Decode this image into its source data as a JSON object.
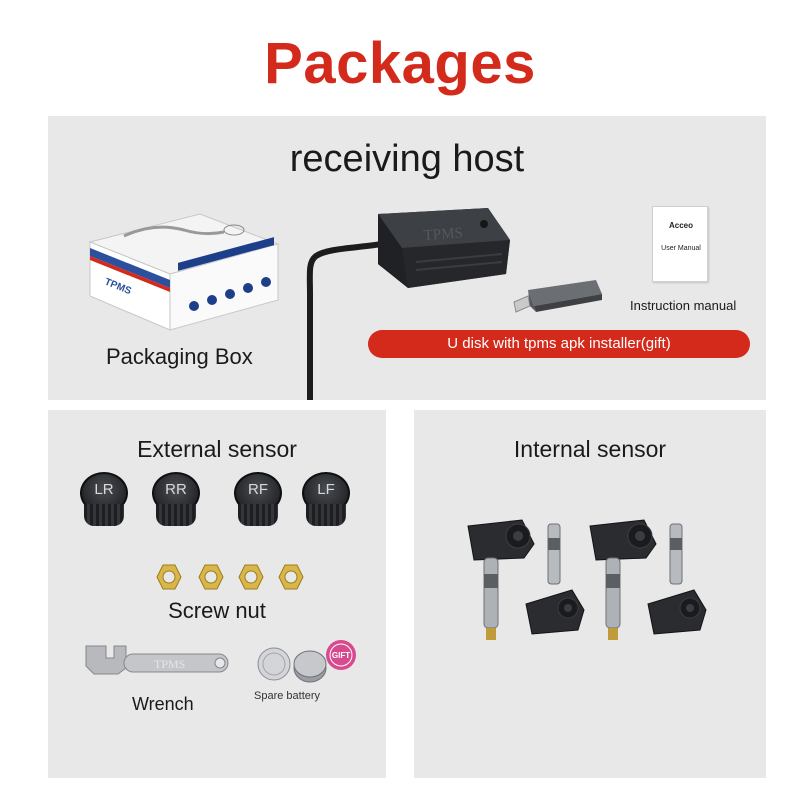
{
  "title": "Packages",
  "colors": {
    "title": "#d32a1c",
    "pill": "#d32a1c",
    "panel": "#e8e8e8"
  },
  "top_panel": {
    "heading": "receiving host",
    "host_logo": "TPMS",
    "packaging_box_label": "Packaging Box",
    "box_brand": "TPMS",
    "manual": {
      "brand": "Acceo",
      "subtitle": "User Manual",
      "label": "Instruction manual"
    },
    "usb_label": "U disk with tpms apk installer(gift)"
  },
  "external_panel": {
    "heading": "External sensor",
    "caps": [
      "LR",
      "RR",
      "RF",
      "LF"
    ],
    "nut_label": "Screw nut",
    "wrench_label": "Wrench",
    "wrench_text": "TPMS",
    "battery_label": "Spare battery",
    "gift_badge": "GIFT"
  },
  "internal_panel": {
    "heading": "Internal sensor"
  }
}
